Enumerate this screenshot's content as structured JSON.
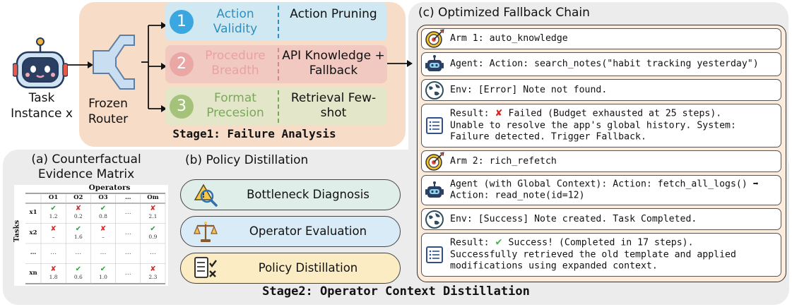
{
  "stage1": {
    "title": "Stage1: Failure Analysis",
    "task_label": "Task Instance x",
    "router_label": "Frozen Router",
    "rows": [
      {
        "num": "1",
        "label": "Action Validity",
        "result": "Action Pruning",
        "color": "#3aa7e0",
        "text_color": "#2f8fbf",
        "bg": "#cfe8f2"
      },
      {
        "num": "2",
        "label": "Procedure Breadth",
        "result": "API Knowledge + Fallback",
        "color": "#e9a7a5",
        "text_color": "#e7a3a1",
        "bg": "#f2c9c0"
      },
      {
        "num": "3",
        "label": "Format Precesion",
        "result": "Retrieval Few-shot",
        "color": "#a5c27a",
        "text_color": "#7aa85a",
        "bg": "#e3e6c9"
      }
    ]
  },
  "stage2": {
    "title": "Stage2: Operator Context Distillation"
  },
  "panel_a": {
    "caption": "(a) Counterfactual Evidence Matrix",
    "matrix": {
      "title": "Operators",
      "ylabel": "Tasks",
      "columns": [
        "O1",
        "O2",
        "O3",
        "…",
        "Om"
      ],
      "rows": [
        {
          "label": "x1",
          "cells": [
            {
              "mark": "✔",
              "value": "1.2"
            },
            {
              "mark": "✘",
              "value": "0.2"
            },
            {
              "mark": "✔",
              "value": "0.8"
            },
            {
              "mark": "…",
              "value": ""
            },
            {
              "mark": "✘",
              "value": "2.1"
            }
          ]
        },
        {
          "label": "x2",
          "cells": [
            {
              "mark": "✘",
              "value": "–"
            },
            {
              "mark": "✔",
              "value": "1.6"
            },
            {
              "mark": "✘",
              "value": "–"
            },
            {
              "mark": "…",
              "value": ""
            },
            {
              "mark": "✔",
              "value": "0.9"
            }
          ]
        },
        {
          "label": "…",
          "cells": [
            {
              "mark": "…",
              "value": ""
            },
            {
              "mark": "…",
              "value": ""
            },
            {
              "mark": "…",
              "value": ""
            },
            {
              "mark": "…",
              "value": ""
            },
            {
              "mark": "…",
              "value": ""
            }
          ]
        },
        {
          "label": "xn",
          "cells": [
            {
              "mark": "✘",
              "value": "1.8"
            },
            {
              "mark": "✔",
              "value": "0.6"
            },
            {
              "mark": "✔",
              "value": "1.0"
            },
            {
              "mark": "…",
              "value": ""
            },
            {
              "mark": "✘",
              "value": "2.3"
            }
          ]
        }
      ]
    }
  },
  "panel_b": {
    "caption": "(b) Policy Distillation",
    "items": [
      {
        "label": "Bottleneck Diagnosis",
        "icon": "warning-magnifier-icon",
        "bg": "#dfeee8"
      },
      {
        "label": "Operator Evaluation",
        "icon": "balance-scale-icon",
        "bg": "#d8ebf6"
      },
      {
        "label": "Policy Distillation",
        "icon": "checklist-icon",
        "bg": "#fbecc4"
      }
    ]
  },
  "panel_c": {
    "caption": "(c) Optimized Fallback Chain",
    "steps": [
      {
        "icon": "target-arrow-icon",
        "text": "Arm 1: auto_knowledge"
      },
      {
        "icon": "robot-icon",
        "text": "Agent: Action: search_notes(\"habit tracking yesterday\")"
      },
      {
        "icon": "globe-icon",
        "text": "Env: [Error] Note not found."
      },
      {
        "icon": "document-icon",
        "prefix": "Result: ",
        "mark": "✘",
        "mark_color": "#e02020",
        "text": " Failed (Budget exhausted at 25 steps).\nUnable to resolve the app's global history. System:\nFailure detected. Trigger Fallback."
      },
      {
        "icon": "target-arrow-icon",
        "text": "Arm 2: rich_refetch"
      },
      {
        "icon": "robot-icon",
        "text": "Agent (with Global Context): Action: fetch_all_logs() ➡\nAction: read_note(id=12)"
      },
      {
        "icon": "globe-icon",
        "text": "Env: [Success] Note created. Task Completed."
      },
      {
        "icon": "document-icon",
        "prefix": "Result: ",
        "mark": "✔",
        "mark_color": "#3db843",
        "text": " Success! (Completed in 17 steps).\nSuccessfully retrieved the old template and applied\nmodifications using expanded context."
      }
    ]
  }
}
